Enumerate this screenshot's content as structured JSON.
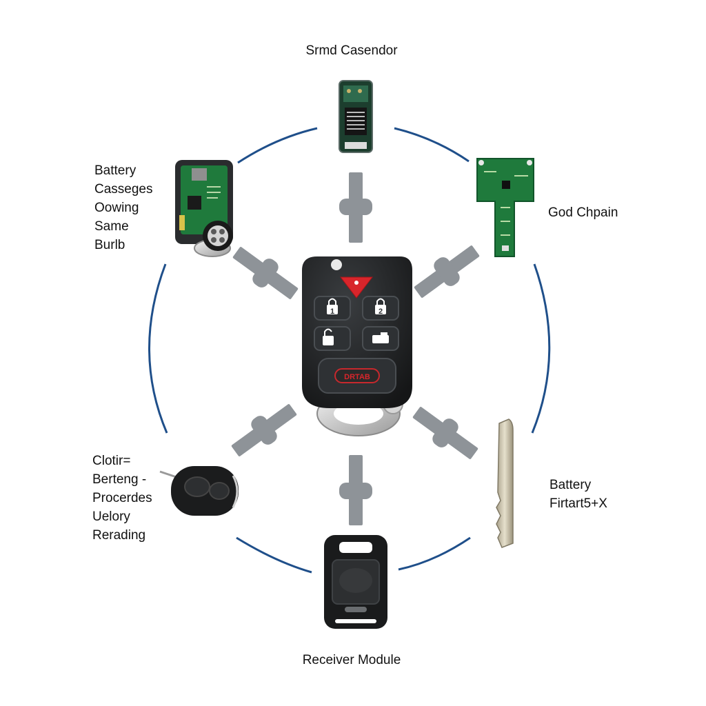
{
  "labels": {
    "top": "Srmd Casendor",
    "left_top": [
      "Battery",
      "Casseges",
      "Oowing",
      "Same",
      "Burlb"
    ],
    "right_top": "God Chpain",
    "left_bottom": [
      "Clotir=",
      "Berteng -",
      "Procerdes",
      "Uelory",
      "Rerading"
    ],
    "right_bottom": [
      "Battery",
      "Firtart5+X"
    ],
    "bottom": "Receiver Module"
  },
  "key_fob": {
    "brand_badge": "DRTAB",
    "button_1": "1",
    "button_2": "2"
  },
  "colors": {
    "ring": "#1f4f8a",
    "connector": "#8e9398",
    "fob_body": "#222426",
    "panic_button": "#d8252b",
    "pcb": "#1f7a3c"
  },
  "icons": {
    "center": "car-key-fob-icon",
    "top": "pcb-module-icon",
    "left_top": "battery-casing-icon",
    "right_top": "circuit-board-icon",
    "left_bottom": "small-remote-icon",
    "right_bottom": "key-blade-icon",
    "bottom": "receiver-module-icon"
  }
}
